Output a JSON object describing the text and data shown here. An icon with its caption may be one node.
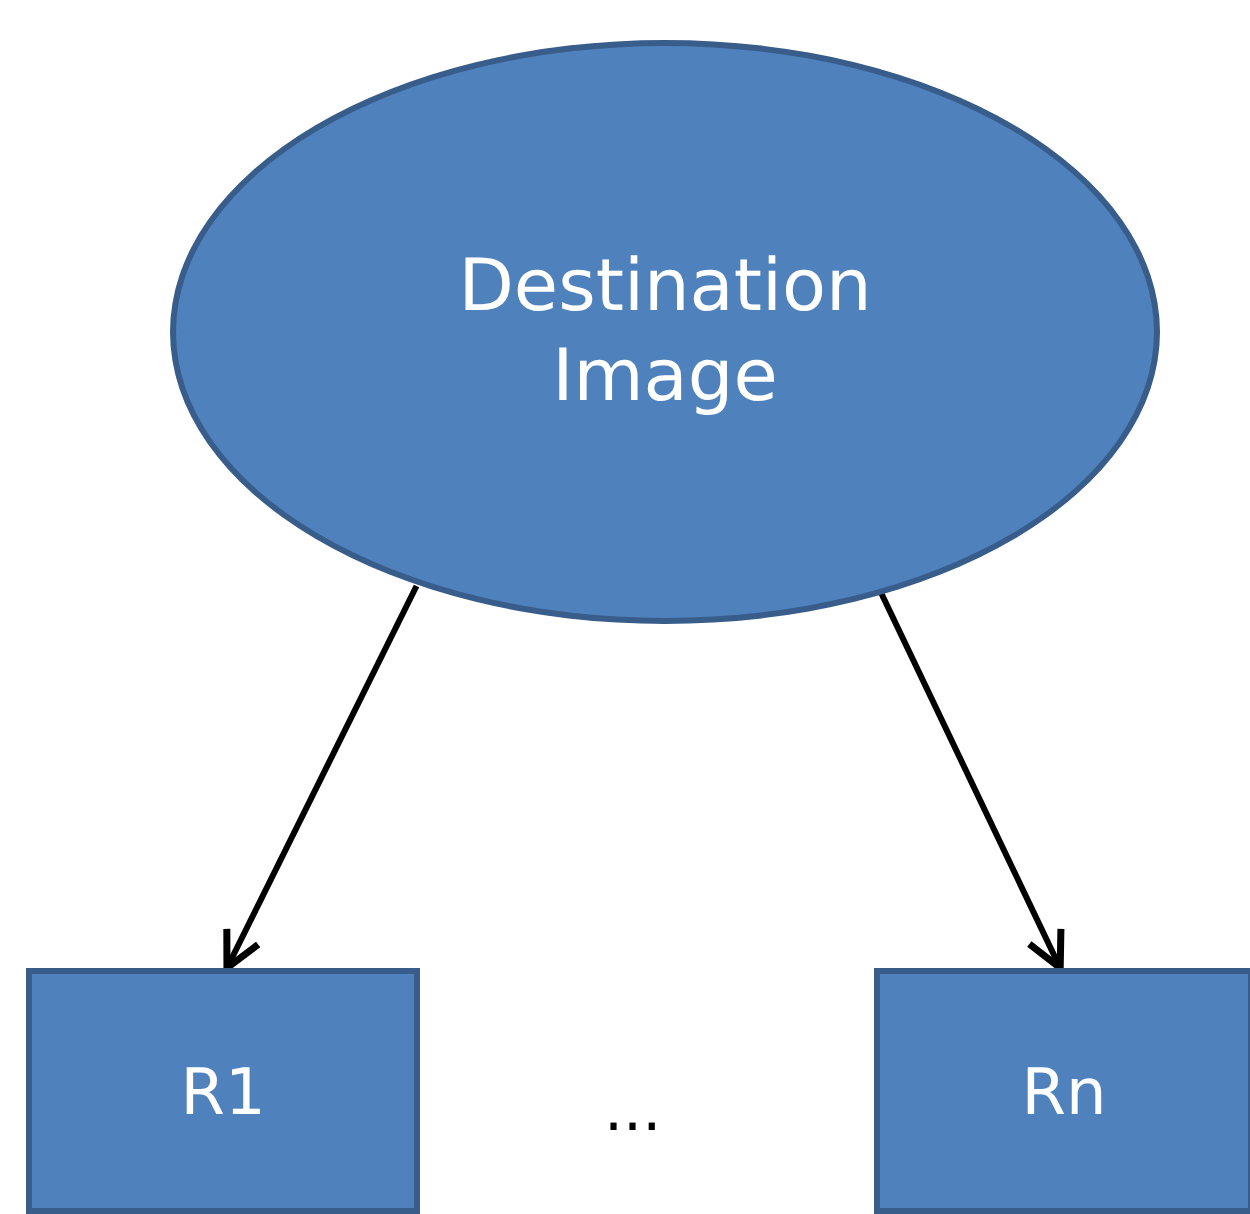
{
  "diagram": {
    "nodes": [
      {
        "text": [
          "Destination Image"
        ]
      },
      {
        "text": [
          "R1"
        ]
      },
      {
        "text": [
          "Rn"
        ]
      }
    ],
    "edges": [
      {
        "from": 0,
        "to": 1,
        "arrow": "to"
      },
      {
        "from": 0,
        "to": 2,
        "arrow": "to"
      }
    ],
    "labels": [
      "..."
    ]
  }
}
